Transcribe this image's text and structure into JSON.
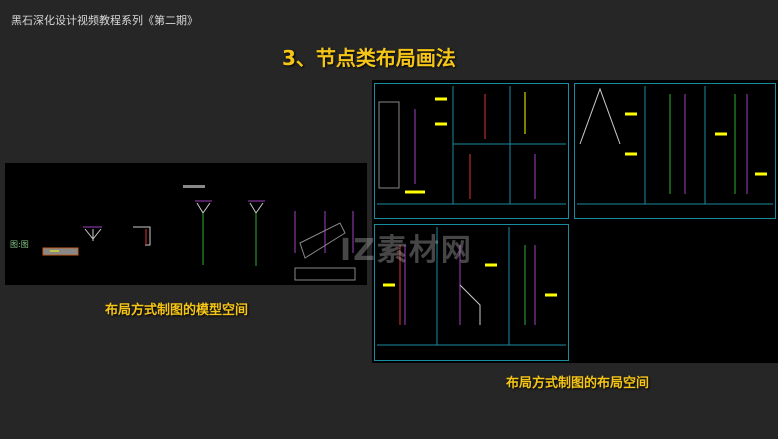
{
  "header": {
    "series_title": "黑石深化设计视频教程系列《第二期》",
    "slide_title": "3、节点类布局画法"
  },
  "captions": {
    "model_space": "布局方式制图的模型空间",
    "layout_space": "布局方式制图的布局空间"
  },
  "watermark": "IZ素材网",
  "colors": {
    "accent": "#f5c518",
    "background": "#262626",
    "cad_bg": "#000000",
    "frame": "#1a8ca0"
  }
}
